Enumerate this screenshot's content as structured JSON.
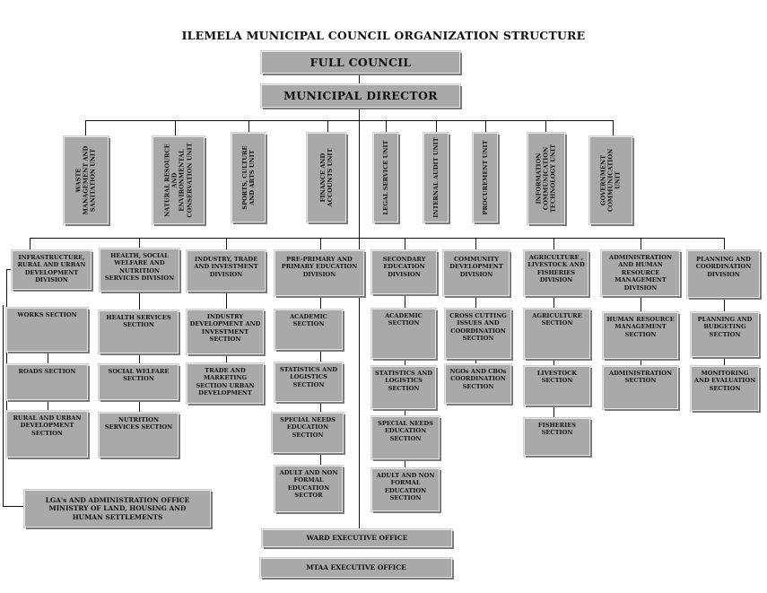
{
  "title": "ILEMELA MUNICIPAL COUNCIL ORGANIZATION STRUCTURE",
  "top": {
    "full_council": "FULL COUNCIL",
    "municipal_director": "MUNICIPAL DIRECTOR"
  },
  "units": [
    {
      "id": "waste",
      "label": "WASTE\nMANAGEMENT AND\nSANITATION UNIT"
    },
    {
      "id": "natural",
      "label": "NATURAL RESOURCE\nAND\nENVIRONMENTAL\nCONSERVATION UNIT"
    },
    {
      "id": "sports",
      "label": "SPORTS, CULTURE\nAND ARTS UNIT"
    },
    {
      "id": "finance",
      "label": "FINANCE AND\nACCOUNTS UNIT"
    },
    {
      "id": "legal",
      "label": "LEGAL SERVICE UNIT"
    },
    {
      "id": "audit",
      "label": "INTERNAL AUDIT UNIT"
    },
    {
      "id": "procurement",
      "label": "PROCUREMENT UNIT"
    },
    {
      "id": "ict",
      "label": "INFORMATION\nCOMMUNICATION\nTECHNOLOGY UNIT"
    },
    {
      "id": "govcomm",
      "label": "GOVERNMENT\nCOMMUNICATION\nUNIT"
    }
  ],
  "divisions": [
    {
      "label": "INFRASTRUCTURE, RURAL AND URBAN DEVELOPMENT DIVISION",
      "sections": [
        "WORKS SECTION",
        "ROADS SECTION",
        "RURAL AND URBAN DEVELOPMENT SECTION"
      ]
    },
    {
      "label": "HEALTH, SOCIAL WELFARE AND NUTRITION SERVICES DIVISION",
      "sections": [
        "HEALTH SERVICES SECTION",
        "SOCIAL WELFARE SECTION",
        "NUTRITION SERVICES SECTION"
      ]
    },
    {
      "label": "INDUSTRY, TRADE AND INVESTMENT DIVISION",
      "sections": [
        "INDUSTRY DEVELOPMENT AND INVESTMENT SECTION",
        "TRADE AND MARKETING SECTION URBAN DEVELOPMENT"
      ]
    },
    {
      "label": "PRE-PRIMARY AND PRIMARY EDUCATION DIVISION",
      "sections": [
        "ACADEMIC SECTION",
        "STATISTICS AND LOGISTICS SECTION",
        "SPECIAL NEEDS EDUCATION SECTION",
        "ADULT AND NON FORMAL EDUCATION SECTOR"
      ]
    },
    {
      "label": "SECONDARY EDUCATION DIVISION",
      "sections": [
        "ACADEMIC SECTION",
        "STATISTICS AND LOGISTICS SECTION",
        "SPECIAL NEEDS EDUCATION SECTION",
        "ADULT AND NON FORMAL EDUCATION SECTION"
      ]
    },
    {
      "label": "COMMUNITY DEVELOPMENT DIVISION",
      "sections": [
        "CROSS CUTTING ISSUES AND COORDINATION SECTION",
        "NGOs AND CBOs COORDINATION SECTION"
      ]
    },
    {
      "label": "AGRICULTURE , LIVESTOCK AND FISHERIES DIVISION",
      "sections": [
        "AGRICULTURE SECTION",
        "LIVESTOCK SECTION",
        "FISHERIES SECTION"
      ]
    },
    {
      "label": "ADMINISTRATION AND HUMAN RESOURCE MANAGEMENT DIVISION",
      "sections": [
        "HUMAN RESOURCE MANAGEMENT SECTION",
        "ADMINISTRATION SECTION"
      ]
    },
    {
      "label": "PLANNING AND COORDINATION DIVISION",
      "sections": [
        "PLANNING AND BUDGETING SECTION",
        "MONITORING AND EVALUATION SECTION"
      ]
    }
  ],
  "lga_office": "LGA's AND ADMINISTRATION OFFICE MINISTRY OF LAND, HOUSING AND HUMAN SETTLEMENTS",
  "ward_office": "WARD EXECUTIVE OFFICE",
  "mtaa_office": "MTAA EXECUTIVE OFFICE"
}
